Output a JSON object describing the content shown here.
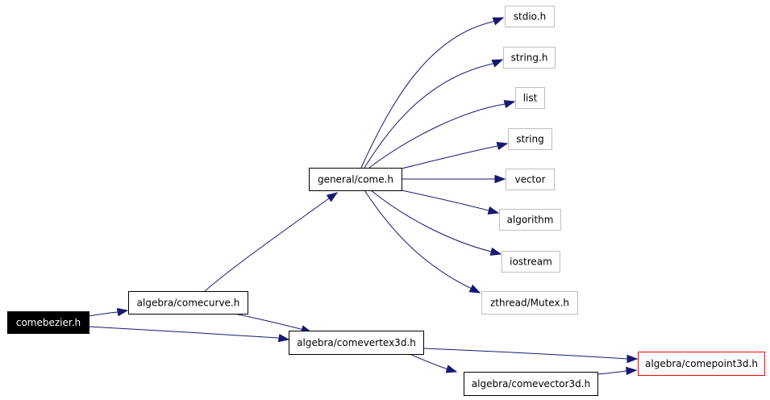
{
  "diagram": {
    "nodes": [
      {
        "id": "comebezier",
        "label": "comebezier.h",
        "style": "root",
        "interactable": false
      },
      {
        "id": "comecurve",
        "label": "algebra/comecurve.h",
        "style": "normal",
        "interactable": true
      },
      {
        "id": "comevertex3d",
        "label": "algebra/comevertex3d.h",
        "style": "normal",
        "interactable": true
      },
      {
        "id": "comevector3d",
        "label": "algebra/comevector3d.h",
        "style": "normal",
        "interactable": true
      },
      {
        "id": "comepoint3d",
        "label": "algebra/comepoint3d.h",
        "style": "truncated",
        "interactable": true
      },
      {
        "id": "come",
        "label": "general/come.h",
        "style": "normal",
        "interactable": true
      },
      {
        "id": "stdio",
        "label": "stdio.h",
        "style": "external",
        "interactable": false
      },
      {
        "id": "string_h",
        "label": "string.h",
        "style": "external",
        "interactable": false
      },
      {
        "id": "list",
        "label": "list",
        "style": "external",
        "interactable": false
      },
      {
        "id": "string",
        "label": "string",
        "style": "external",
        "interactable": false
      },
      {
        "id": "vector",
        "label": "vector",
        "style": "external",
        "interactable": false
      },
      {
        "id": "algorithm",
        "label": "algorithm",
        "style": "external",
        "interactable": false
      },
      {
        "id": "iostream",
        "label": "iostream",
        "style": "external",
        "interactable": false
      },
      {
        "id": "mutex",
        "label": "zthread/Mutex.h",
        "style": "external",
        "interactable": false
      }
    ],
    "edges": [
      {
        "from": "comebezier",
        "to": "comecurve"
      },
      {
        "from": "comebezier",
        "to": "comevertex3d"
      },
      {
        "from": "comecurve",
        "to": "come"
      },
      {
        "from": "comecurve",
        "to": "comevertex3d"
      },
      {
        "from": "comevertex3d",
        "to": "comepoint3d"
      },
      {
        "from": "comevertex3d",
        "to": "comevector3d"
      },
      {
        "from": "comevector3d",
        "to": "comepoint3d"
      },
      {
        "from": "come",
        "to": "stdio"
      },
      {
        "from": "come",
        "to": "string_h"
      },
      {
        "from": "come",
        "to": "list"
      },
      {
        "from": "come",
        "to": "string"
      },
      {
        "from": "come",
        "to": "vector"
      },
      {
        "from": "come",
        "to": "algorithm"
      },
      {
        "from": "come",
        "to": "iostream"
      },
      {
        "from": "come",
        "to": "mutex"
      }
    ]
  },
  "colors": {
    "edge": "#191970",
    "root_fill": "#000000",
    "root_text": "#ffffff",
    "normal_border": "#000000",
    "external_border": "#bfbfbf",
    "truncated_border": "#ff0000",
    "text": "#000000"
  }
}
